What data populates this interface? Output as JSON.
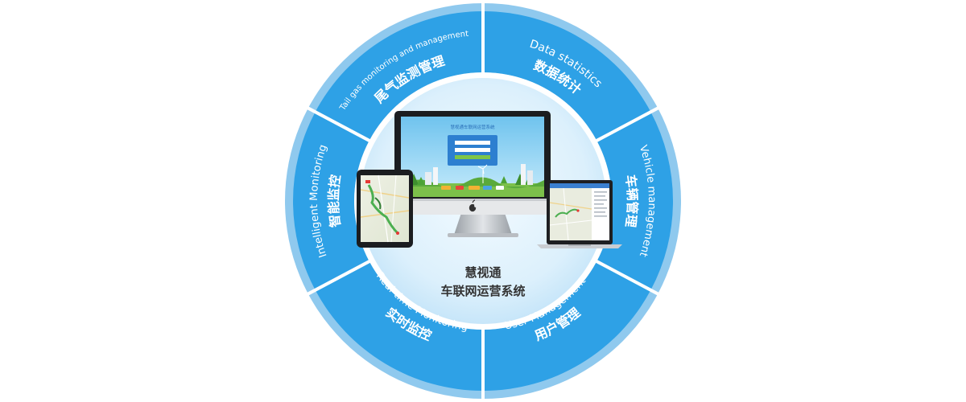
{
  "center": {
    "title_line1": "慧视通",
    "title_line2": "车联网运营系统",
    "login_screen_title": "慧视通车联网运营系统"
  },
  "segments": [
    {
      "id": "data-statistics",
      "zh": "数据统计",
      "en": "Data statistics"
    },
    {
      "id": "vehicle-management",
      "zh": "车辆管理",
      "en": "Vehicle management"
    },
    {
      "id": "user-management",
      "zh": "用户管理",
      "en": "User Management"
    },
    {
      "id": "realtime-monitoring",
      "zh": "实时监控",
      "en": "Real-time Monitoring"
    },
    {
      "id": "intelligent-monitoring",
      "zh": "智能监控",
      "en": "Intelligent Monitoring"
    },
    {
      "id": "tail-gas",
      "zh": "尾气监测管理",
      "en": "Tail gas monitoring and management"
    }
  ],
  "colors": {
    "outer_ring": "#8bc6ec",
    "segment_fill": "#2ea1e6",
    "segment_fill_light": "#3fb0ee",
    "divider": "#ffffff",
    "inner_disc": "#d6edfb",
    "text_white": "#ffffff",
    "center_text": "#333333"
  },
  "icons": [
    "apple-logo-icon"
  ]
}
